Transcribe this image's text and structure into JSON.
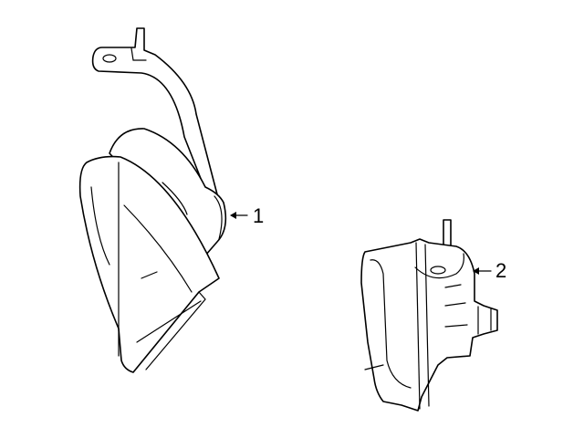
{
  "diagram": {
    "type": "parts-diagram",
    "background": "#ffffff",
    "line_color": "#000000",
    "parts": [
      {
        "id": "horn-1",
        "callout": "1",
        "description": "horn with mounting bracket"
      },
      {
        "id": "horn-2",
        "callout": "2",
        "description": "horn"
      }
    ]
  }
}
